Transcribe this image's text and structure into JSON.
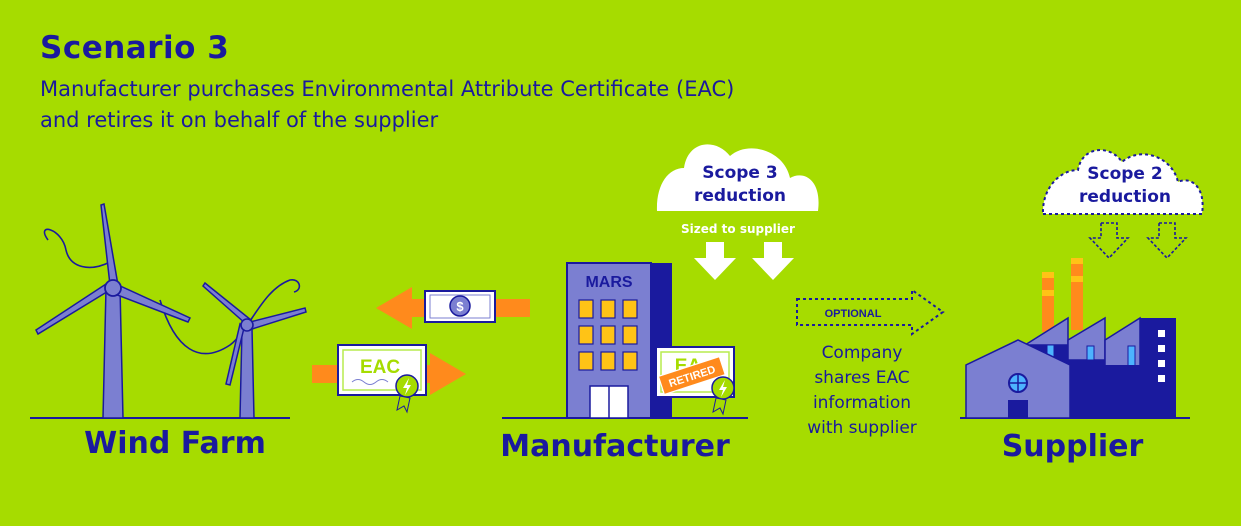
{
  "header": {
    "title": "Scenario 3",
    "subtitle_line1": "Manufacturer purchases Environmental Attribute Certificate (EAC)",
    "subtitle_line2": "and retires it on behalf of the supplier"
  },
  "nodes": {
    "wind_farm": "Wind Farm",
    "manufacturer": "Manufacturer",
    "supplier": "Supplier"
  },
  "manufacturer_building": {
    "sign": "MARS"
  },
  "certificates": {
    "eac_label": "EAC",
    "retired_partial_label": "EA",
    "retired_stamp": "RETIRED"
  },
  "currency_symbol": "$",
  "scope3": {
    "line1": "Scope 3",
    "line2": "reduction",
    "note": "Sized to supplier"
  },
  "scope2": {
    "line1": "Scope 2",
    "line2": "reduction"
  },
  "optional_arrow": {
    "label": "OPTIONAL"
  },
  "info": {
    "line1": "Company",
    "line2": "shares EAC",
    "line3": "information",
    "line4": "with supplier"
  },
  "colors": {
    "background": "#a6dc00",
    "navy": "#1a1a9e",
    "purple": "#7b7fd1",
    "orange": "#ff8a1c",
    "gold": "#ffc316",
    "white": "#ffffff"
  }
}
